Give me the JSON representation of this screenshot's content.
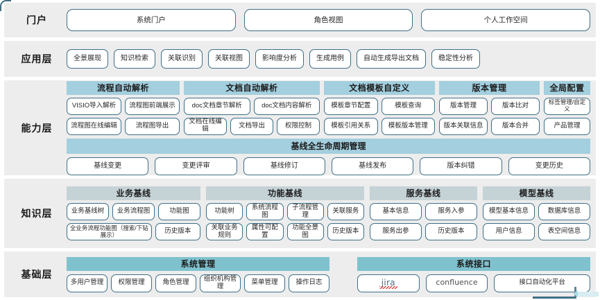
{
  "colors": {
    "panel_bg": "#ededed",
    "page_bg": "#ffffff",
    "pill_border": "#3d6e85",
    "group_head_blue": "#a3cfde",
    "group_head_gray": "#c5d2d6",
    "group_head_teal": "#7fc2ce",
    "frame_accent": "#3f6f85"
  },
  "layers": {
    "portal": {
      "label": "门户",
      "buttons": [
        {
          "label": "系统门户"
        },
        {
          "label": "角色视图"
        },
        {
          "label": "个人工作空间"
        }
      ]
    },
    "application": {
      "label": "应用层",
      "buttons": [
        {
          "label": "全景展现"
        },
        {
          "label": "知识检索"
        },
        {
          "label": "关联识别"
        },
        {
          "label": "关联视图"
        },
        {
          "label": "影响度分析"
        },
        {
          "label": "生成用例"
        },
        {
          "label": "自动生成导出文档"
        },
        {
          "label": "稳定性分析"
        }
      ]
    },
    "capability": {
      "label": "能力层",
      "groups": [
        {
          "title": "流程自动解析",
          "rows": [
            [
              "VISIO导入解析",
              "流程图前端展示"
            ],
            [
              "流程图在线编辑",
              "流程图导出"
            ]
          ]
        },
        {
          "title": "文档自动解析",
          "rows": [
            [
              "doc文档章节解析",
              "doc文档内容解析"
            ],
            [
              "文档在线编辑",
              "文档导出",
              "权限控制"
            ]
          ]
        },
        {
          "title": "文档模板自定义",
          "rows": [
            [
              "模板章节配置",
              "模板查询"
            ],
            [
              "模板引用关系",
              "模板版本管理"
            ]
          ]
        },
        {
          "title": "版本管理",
          "rows": [
            [
              "版本管理",
              "版本比对"
            ],
            [
              "版本关联信息",
              "版本合并"
            ]
          ]
        },
        {
          "title": "全局配置",
          "rows": [
            [
              "标签管理/自定义"
            ],
            [
              "产品管理"
            ]
          ]
        }
      ],
      "lifecycle": {
        "title": "基线全生命周期管理",
        "buttons": [
          {
            "label": "基线变更"
          },
          {
            "label": "变更评审"
          },
          {
            "label": "基线修订"
          },
          {
            "label": "基线发布"
          },
          {
            "label": "版本纠错"
          },
          {
            "label": "变更历史"
          }
        ]
      }
    },
    "knowledge": {
      "label": "知识层",
      "groups": [
        {
          "title": "业务基线",
          "rows": [
            [
              "业务基线树",
              "业务流程图",
              "功能图"
            ],
            [
              "全业务流程功能图（搜索/下钻展示）",
              "历史版本"
            ]
          ]
        },
        {
          "title": "功能基线",
          "rows": [
            [
              "功能树",
              "系统流程图",
              "子流程管理",
              "关联服务"
            ],
            [
              "关联业务规则",
              "属性可配置",
              "功能全景图",
              "历史版本"
            ]
          ]
        },
        {
          "title": "服务基线",
          "rows": [
            [
              "基本信息",
              "服务入参"
            ],
            [
              "服务出参",
              "历史版本"
            ]
          ]
        },
        {
          "title": "模型基线",
          "rows": [
            [
              "模型基本信息",
              "数据库信息"
            ],
            [
              "用户信息",
              "表空间信息"
            ]
          ]
        }
      ]
    },
    "foundation": {
      "label": "基础层",
      "groups": [
        {
          "title": "系统管理",
          "rows": [
            [
              "多用户管理",
              "权限管理",
              "角色管理",
              "组织机构管理",
              "菜单管理",
              "操作日志"
            ]
          ]
        },
        {
          "title": "系统接口",
          "rows": [
            [
              "jira",
              "confluence",
              "接口自动化平台"
            ]
          ]
        }
      ]
    }
  }
}
